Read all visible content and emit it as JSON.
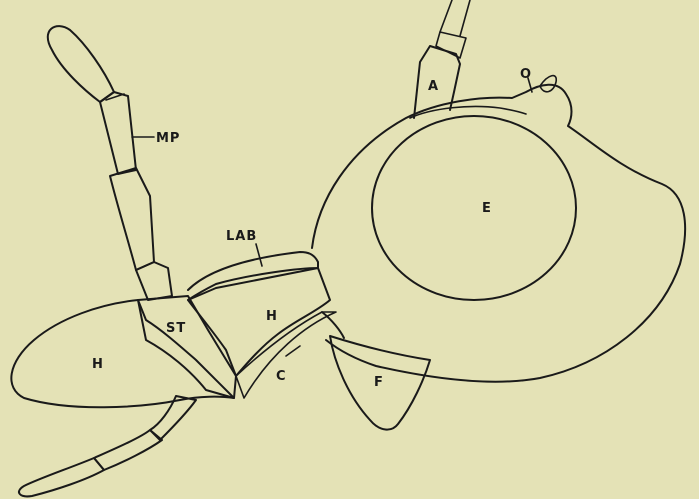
{
  "figure": {
    "colors": {
      "background": "#e4e2b6",
      "line": "#1a1a1a"
    },
    "labels": {
      "antenna": "A",
      "ocellus": "O",
      "eye": "E",
      "maxillary_palp": "MP",
      "labrum": "LAB",
      "head_upper": "H",
      "head_lower": "H",
      "stipes": "ST",
      "cardo": "C",
      "foreleg_base": "F"
    }
  }
}
